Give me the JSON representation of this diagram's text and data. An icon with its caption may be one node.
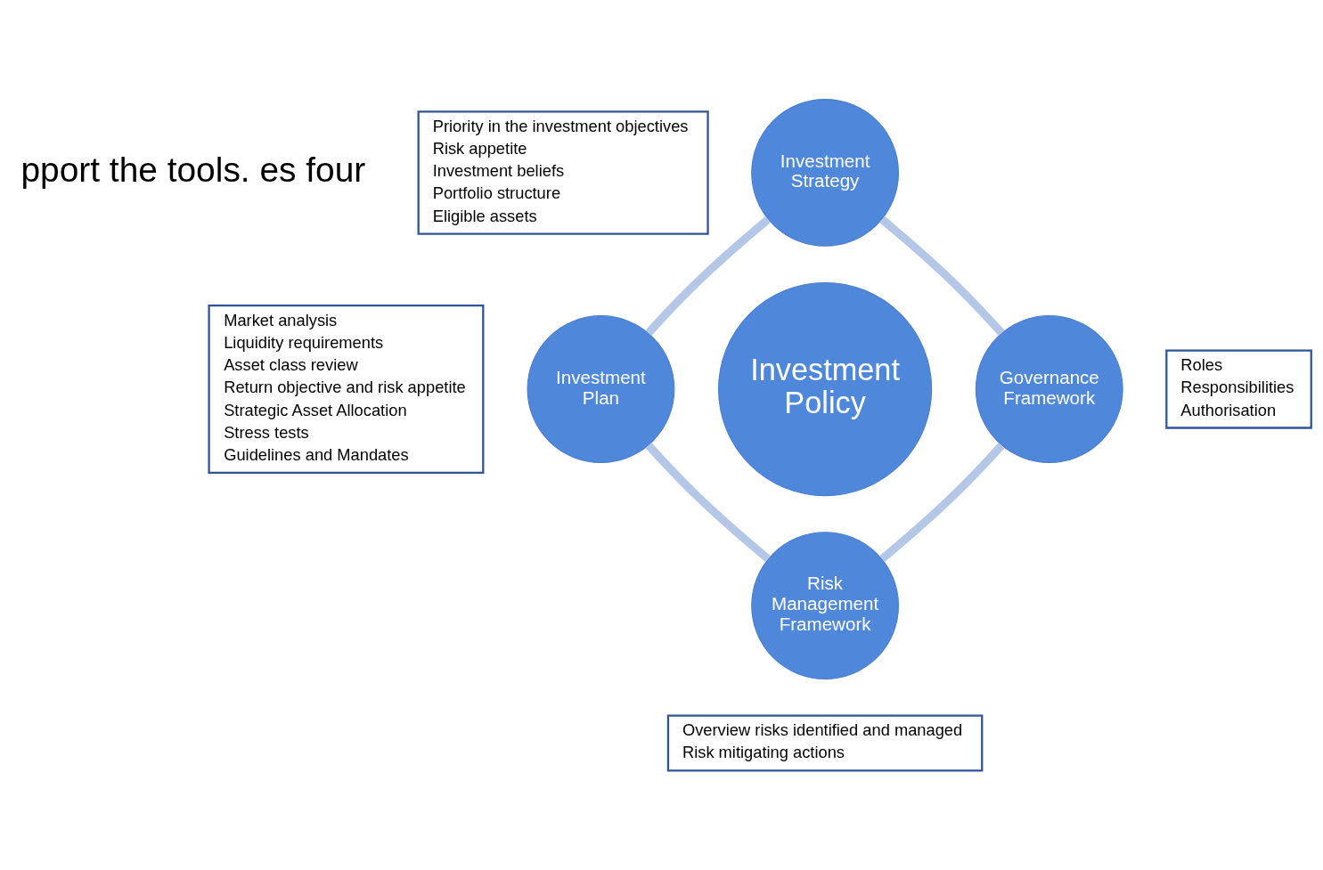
{
  "diagram": {
    "nodes": [
      {
        "text": [
          "Priority in the investment objectives",
          "Risk appetite",
          "Investment beliefs",
          "Portfolio structure",
          "Eligible assets"
        ]
      },
      {
        "text": [
          "Investment Strategy"
        ]
      },
      {
        "text": [
          "Market analysis",
          "Liquidity requirements",
          "Asset class review",
          "Return objective and risk appetite",
          "Strategic Asset Allocation",
          "Stress tests",
          "Guidelines and Mandates"
        ]
      },
      {
        "text": [
          "Investment Plan"
        ]
      },
      {
        "text": [
          "Investment Policy"
        ]
      },
      {
        "text": [
          "Governance Framework"
        ]
      },
      {
        "text": [
          "Roles",
          "Responsibilities",
          "Authorisation"
        ]
      },
      {
        "text": [
          "Risk Management Framework"
        ]
      },
      {
        "text": [
          "Overview risks identified and managed",
          "Risk mitigating actions"
        ]
      }
    ],
    "edges": [
      {
        "from": 1,
        "to": 5,
        "arrow": "none"
      },
      {
        "from": 5,
        "to": 7,
        "arrow": "none"
      },
      {
        "from": 7,
        "to": 3,
        "arrow": "none"
      },
      {
        "from": 3,
        "to": 1,
        "arrow": "none"
      }
    ],
    "labels": [
      "pport the tools. es four"
    ]
  }
}
